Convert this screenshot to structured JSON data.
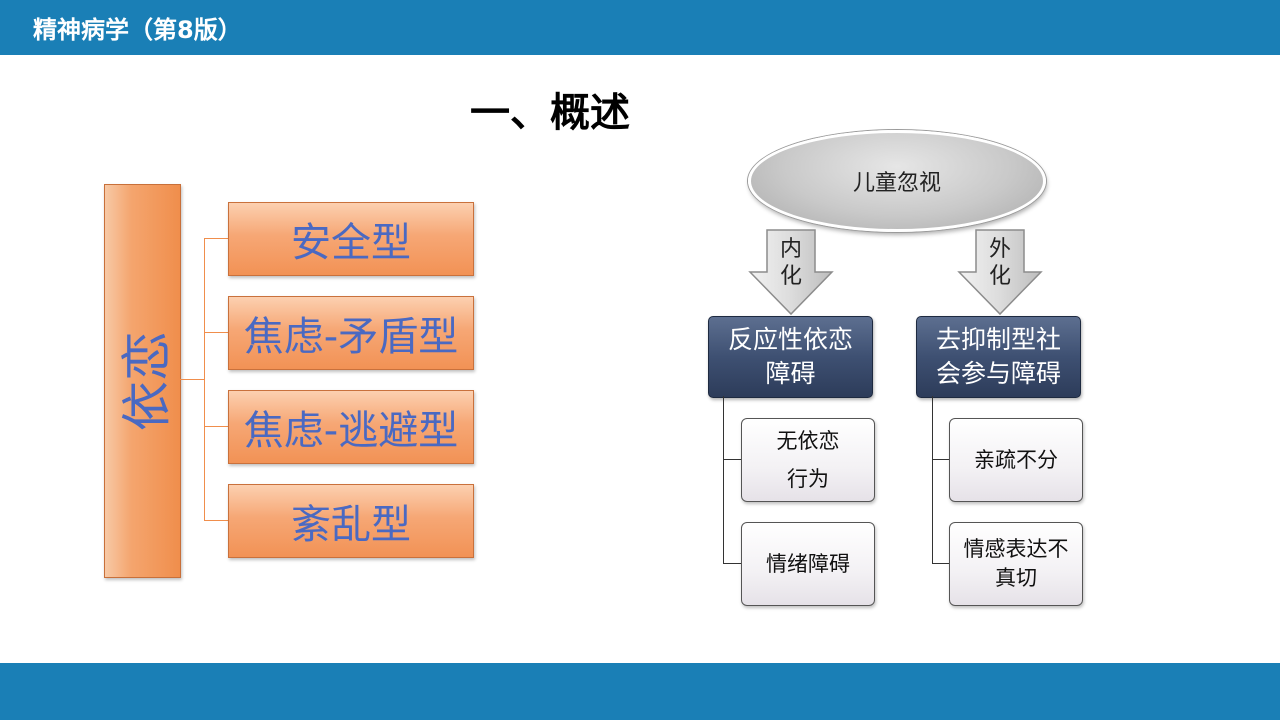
{
  "header": {
    "title": "精神病学（第8版）"
  },
  "page": {
    "title": "一、概述"
  },
  "left_diagram": {
    "root": "依恋",
    "types": [
      "安全型",
      "焦虑-矛盾型",
      "焦虑-逃避型",
      "紊乱型"
    ]
  },
  "right_diagram": {
    "root": "儿童忽视",
    "branches": [
      {
        "arrow_label": [
          "内",
          "化"
        ],
        "title": [
          "反应性依恋",
          "障碍"
        ],
        "items": [
          [
            "无依恋",
            "行为"
          ],
          [
            "情绪障碍"
          ]
        ]
      },
      {
        "arrow_label": [
          "外",
          "化"
        ],
        "title": [
          "去抑制型社",
          "会参与障碍"
        ],
        "items": [
          [
            "亲疏不分"
          ],
          [
            "情感表达不",
            "真切"
          ]
        ]
      }
    ]
  },
  "colors": {
    "bar": "#1a7fb6",
    "orange": "#f08e4c",
    "text_blue": "#4a69c2",
    "dark_box": "#3e5072"
  }
}
